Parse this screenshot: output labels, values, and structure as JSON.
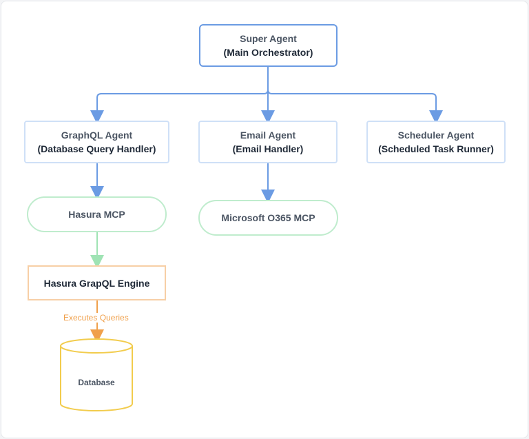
{
  "nodes": {
    "super_agent": {
      "title": "Super Agent",
      "subtitle": "(Main Orchestrator)"
    },
    "graphql_agent": {
      "title": "GraphQL Agent",
      "subtitle": "(Database Query Handler)"
    },
    "email_agent": {
      "title": "Email Agent",
      "subtitle": "(Email Handler)"
    },
    "scheduler_agent": {
      "title": "Scheduler Agent",
      "subtitle": "(Scheduled Task Runner)"
    },
    "hasura_mcp": {
      "title": "Hasura MCP"
    },
    "o365_mcp": {
      "title": "Microsoft O365 MCP"
    },
    "hasura_engine": {
      "title": "Hasura GrapQL Engine"
    },
    "database": {
      "title": "Database"
    }
  },
  "edges": {
    "executes_label": "Executes Queries"
  },
  "colors": {
    "blue_edge": "#6b9be3",
    "green_edge": "#9fe3b4",
    "orange_edge": "#f0a04b",
    "db_stroke": "#f2cc4d"
  }
}
